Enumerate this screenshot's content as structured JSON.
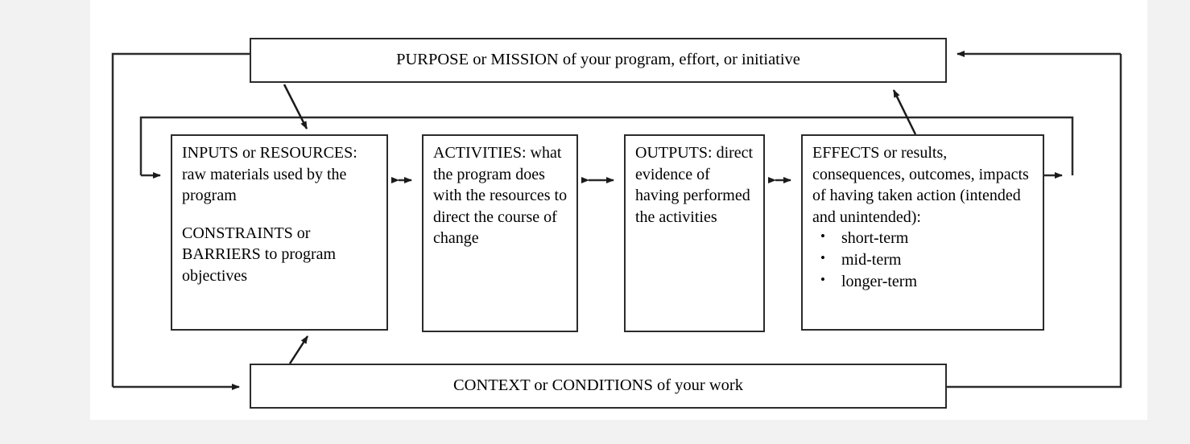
{
  "diagram": {
    "title_top": "PURPOSE or MISSION of your program, effort, or initiative",
    "title_bottom": "CONTEXT or CONDITIONS of your work",
    "colors": {
      "page_background": "#f2f2f2",
      "sheet_background": "#ffffff",
      "stroke": "#2b2b2b",
      "text": "#000000"
    },
    "nodes": {
      "purpose": {
        "label": "PURPOSE or MISSION of your program, effort, or initiative"
      },
      "inputs": {
        "paragraph1": "INPUTS or RESOURCES: raw materials used by the program",
        "paragraph2": "CONSTRAINTS or BARRIERS to program objectives"
      },
      "activities": {
        "text": "ACTIVITIES: what the program does with the resources to direct the course of change"
      },
      "outputs": {
        "text": "OUTPUTS: direct evidence of having performed the activities"
      },
      "effects": {
        "text": "EFFECTS or results, consequences, outcomes, impacts of having taken action (intended and unintended):",
        "bullets": [
          "short-term",
          "mid-term",
          "longer-term"
        ]
      },
      "context": {
        "label": "CONTEXT or CONDITIONS of your work"
      }
    },
    "connectors": [
      {
        "name": "purpose-to-inputs",
        "style": "diagonal-arrow",
        "from": "purpose",
        "to": "inputs"
      },
      {
        "name": "effects-to-purpose",
        "style": "diagonal-arrow",
        "from": "effects",
        "to": "purpose"
      },
      {
        "name": "context-to-inputs",
        "style": "diagonal-arrow",
        "from": "context",
        "to": "inputs"
      },
      {
        "name": "inputs-activities",
        "style": "double-arrow",
        "from": "inputs",
        "to": "activities"
      },
      {
        "name": "activities-outputs",
        "style": "double-arrow",
        "from": "activities",
        "to": "outputs"
      },
      {
        "name": "outputs-effects",
        "style": "double-arrow",
        "from": "outputs",
        "to": "effects"
      },
      {
        "name": "inner-feedback-loop",
        "style": "orthogonal-arrow",
        "from": "effects",
        "to": "inputs"
      },
      {
        "name": "outer-feedback-loop",
        "style": "orthogonal-arrow",
        "from": "purpose",
        "to": "context"
      },
      {
        "name": "context-to-purpose-return",
        "style": "orthogonal-arrow",
        "from": "context",
        "to": "purpose"
      }
    ]
  }
}
